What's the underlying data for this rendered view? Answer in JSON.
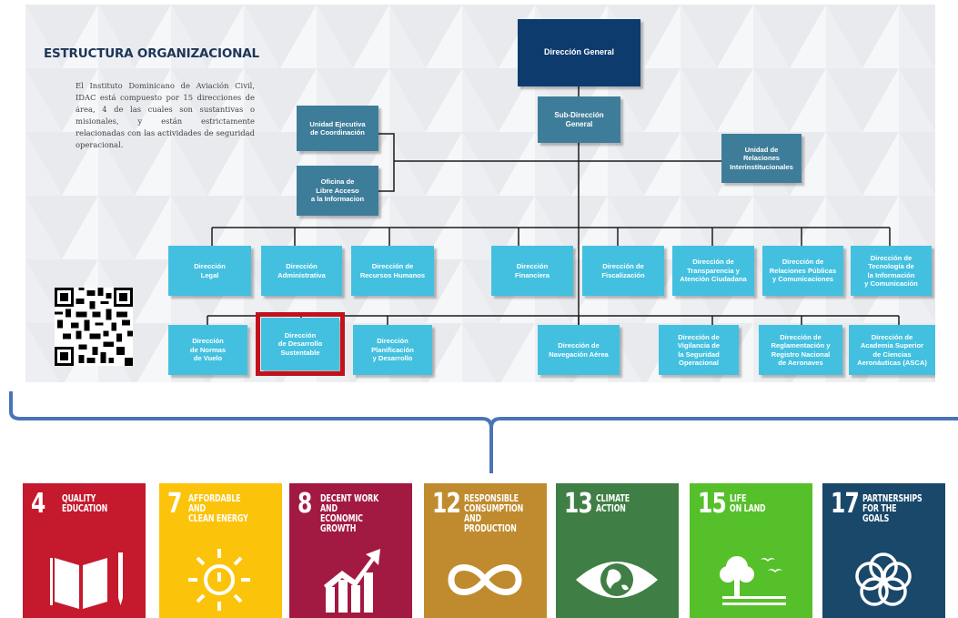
{
  "org": {
    "title": "ESTRUCTURA ORGANIZACIONAL",
    "intro": "El Instituto Dominicano de Aviación Civil, IDAC está compuesto por 15 direcciones de área, 4 de las cuales son sustantivas o misionales, y están estrictamente relacionadas con las actividades de seguridad operacional.",
    "boxes": {
      "general": "Dirección General",
      "subgeneral": "Sub-Dirección\nGeneral",
      "ejecutiva": "Unidad Ejecutiva\nde Coordinación",
      "acceso": "Oficina de\nLibre Acceso\na la Informacion",
      "relaciones": "Unidad de\nRelaciones\nInterinstitucionales",
      "legal": "Dirección\nLegal",
      "administrativa": "Dirección\nAdministrativa",
      "rrhh": "Dirección de\nRecursos Humanos",
      "financiera": "Dirección\nFinanciera",
      "fiscalizacion": "Dirección de\nFiscalización",
      "transparencia": "Dirección de\nTransparencia y\nAtención Ciudadana",
      "publicas": "Dirección de\nRelaciones Públicas\ny Comunicaciones",
      "tecnologia": "Dirección de\nTecnología de\nla Información\ny Comunicación",
      "normas": "Dirección\nde Normas\nde Vuelo",
      "sustentable": "Dirección\nde Desarrollo\nSustentable",
      "planificacion": "Dirección\nPlanificación\ny Desarrollo",
      "navegacion": "Dirección de\nNavegación Aérea",
      "vigilancia": "Dirección de\nVigilancia de\nla Seguridad\nOperacional",
      "reglamentacion": "Dirección de\nReglamentación y\nRegistro Nacional\nde Aeronaves",
      "academia": "Dirección de\nAcademia Superior\nde Ciencias\nAeronáuticas (ASCA)"
    },
    "highlight_color": "#c3111b"
  },
  "sdgs": [
    {
      "number": "4",
      "label": "QUALITY\nEDUCATION",
      "color": "#c5192d",
      "icon": "book-pencil-icon"
    },
    {
      "number": "7",
      "label": "AFFORDABLE AND\nCLEAN ENERGY",
      "color": "#fcc30b",
      "icon": "sun-power-icon"
    },
    {
      "number": "8",
      "label": "DECENT WORK AND\nECONOMIC GROWTH",
      "color": "#a21942",
      "icon": "growth-chart-icon"
    },
    {
      "number": "12",
      "label": "RESPONSIBLE\nCONSUMPTION\nAND PRODUCTION",
      "color": "#bf8b2e",
      "icon": "infinity-icon"
    },
    {
      "number": "13",
      "label": "CLIMATE\nACTION",
      "color": "#3f7e44",
      "icon": "eye-globe-icon"
    },
    {
      "number": "15",
      "label": "LIFE\nON LAND",
      "color": "#56c02b",
      "icon": "tree-birds-icon"
    },
    {
      "number": "17",
      "label": "PARTNERSHIPS\nFOR THE GOALS",
      "color": "#19486a",
      "icon": "interlinked-rings-icon"
    }
  ]
}
